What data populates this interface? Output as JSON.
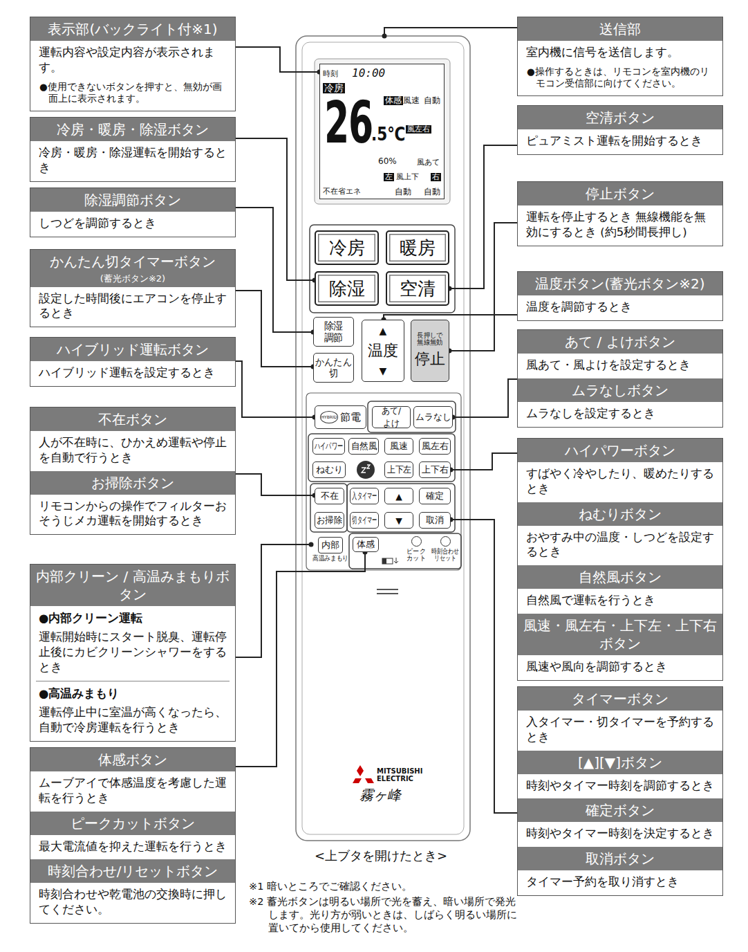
{
  "diagram": {
    "caption": "<上ブタを開けたとき>",
    "nodes": [
      {
        "text": [
          "表示部(バックライト付※1)",
          "運転内容や設定内容が表示されます。",
          "●使用できないボタンを押すと、無効が画面上に表示されます。"
        ]
      },
      {
        "text": [
          "冷房・暖房・除湿ボタン",
          "冷房・暖房・除湿運転を開始するとき"
        ]
      },
      {
        "text": [
          "除湿調節ボタン",
          "しつどを調節するとき"
        ]
      },
      {
        "text": [
          "かんたん切タイマーボタン",
          "(蓄光ボタン※2)",
          "設定した時間後にエアコンを停止するとき"
        ]
      },
      {
        "text": [
          "ハイブリッド運転ボタン",
          "ハイブリッド運転を設定するとき"
        ]
      },
      {
        "text": [
          "不在ボタン",
          "人が不在時に、ひかえめ運転や停止を自動で行うとき",
          "お掃除ボタン",
          "リモコンからの操作でフィルターおそうじメカ運転を開始するとき"
        ]
      },
      {
        "text": [
          "内部クリーン / 高温みまもりボタン",
          "●内部クリーン運転",
          "運転開始時にスタート脱臭、運転停止後にカビクリーンシャワーをするとき",
          "●高温みまもり",
          "運転停止中に室温が高くなったら、自動で冷房運転を行うとき"
        ]
      },
      {
        "text": [
          "体感ボタン",
          "ムーブアイで体感温度を考慮した運転を行うとき",
          "ピークカットボタン",
          "最大電流値を抑えた運転を行うとき",
          "時刻合わせ/リセットボタン",
          "時刻合わせや乾電池の交換時に押してください。"
        ]
      },
      {
        "text": [
          "送信部",
          "室内機に信号を送信します。",
          "●操作するときは、リモコンを室内機のリモコン受信部に向けてください。"
        ]
      },
      {
        "text": [
          "空清ボタン",
          "ピュアミスト運転を開始するとき"
        ]
      },
      {
        "text": [
          "停止ボタン",
          "運転を停止するとき 無線機能を無効にするとき (約5秒間長押し)"
        ]
      },
      {
        "text": [
          "温度ボタン(蓄光ボタン※2)",
          "温度を調節するとき"
        ]
      },
      {
        "text": [
          "あて / よけボタン",
          "風あて・風よけを設定するとき",
          "ムラなしボタン",
          "ムラなしを設定するとき"
        ]
      },
      {
        "text": [
          "ハイパワーボタン",
          "すばやく冷やしたり、暖めたりするとき",
          "ねむりボタン",
          "おやすみ中の温度・しつどを設定するとき",
          "自然風ボタン",
          "自然風で運転を行うとき",
          "風速・風左右・上下左・上下右ボタン",
          "風速や風向を調節するとき"
        ]
      },
      {
        "text": [
          "タイマーボタン",
          "入タイマー・切タイマーを予約するとき",
          "[▲][▼]ボタン",
          "時刻やタイマー時刻を調節するとき",
          "確定ボタン",
          "時刻やタイマー時刻を決定するとき",
          "取消ボタン",
          "タイマー予約を取り消すとき"
        ]
      },
      {
        "text": [
          "MITSUBISHI ELECTRIC",
          "霧ヶ峰"
        ]
      },
      {
        "text": [
          "時刻",
          "10:00",
          "冷房",
          "体感",
          "風速",
          "自動",
          "26",
          ".5℃",
          "風左右",
          "60%",
          "風あて",
          "左",
          "風上下",
          "右",
          "不在省エネ",
          "自動",
          "自動"
        ],
        "in": 15
      },
      {
        "text": [
          "冷房"
        ],
        "in": 15
      },
      {
        "text": [
          "暖房"
        ],
        "in": 15
      },
      {
        "text": [
          "除湿"
        ],
        "in": 15
      },
      {
        "text": [
          "空清"
        ],
        "in": 15
      },
      {
        "text": [
          "除湿 調節"
        ],
        "in": 15
      },
      {
        "text": [
          "▲",
          "温度",
          "▼"
        ],
        "in": 15
      },
      {
        "text": [
          "長押しで 無線無効",
          "停止"
        ],
        "in": 15
      },
      {
        "text": [
          "かんたん 切"
        ],
        "in": 15
      },
      {
        "text": [
          "HYBRID",
          "節電"
        ],
        "in": 15
      },
      {
        "text": [
          "あて/よけ"
        ],
        "in": 15
      },
      {
        "text": [
          "ムラなし"
        ],
        "in": 15
      },
      {
        "text": [
          "ハイパワー"
        ],
        "in": 15
      },
      {
        "text": [
          "自然風"
        ],
        "in": 15
      },
      {
        "text": [
          "風速"
        ],
        "in": 15
      },
      {
        "text": [
          "風左右"
        ],
        "in": 15
      },
      {
        "text": [
          "ねむり"
        ],
        "in": 15
      },
      {
        "text": [
          "上下左"
        ],
        "in": 15
      },
      {
        "text": [
          "上下右"
        ],
        "in": 15
      },
      {
        "text": [
          "不在"
        ],
        "in": 15
      },
      {
        "text": [
          "お掃除"
        ],
        "in": 15
      },
      {
        "text": [
          "入タイマー"
        ],
        "in": 15
      },
      {
        "text": [
          "▲"
        ],
        "in": 15
      },
      {
        "text": [
          "確定"
        ],
        "in": 15
      },
      {
        "text": [
          "切タイマー"
        ],
        "in": 15
      },
      {
        "text": [
          "▼"
        ],
        "in": 15
      },
      {
        "text": [
          "取消"
        ],
        "in": 15
      },
      {
        "text": [
          "内部",
          "高温みまもり"
        ],
        "in": 15
      },
      {
        "text": [
          "体感"
        ],
        "in": 15
      },
      {
        "text": [
          "ピーク カット"
        ],
        "in": 15
      },
      {
        "text": [
          "時刻合わせ リセット"
        ],
        "in": 15
      }
    ],
    "edges": [
      {
        "from": 0,
        "to": 16,
        "arrow": "none"
      },
      {
        "from": 1,
        "to": 19,
        "arrow": "none"
      },
      {
        "from": 2,
        "to": 21,
        "arrow": "none"
      },
      {
        "from": 3,
        "to": 24,
        "arrow": "none"
      },
      {
        "from": 4,
        "to": 25,
        "arrow": "none"
      },
      {
        "from": 5,
        "to": 35,
        "arrow": "none"
      },
      {
        "from": 6,
        "to": 43,
        "arrow": "none"
      },
      {
        "from": 7,
        "to": 44,
        "arrow": "none"
      },
      {
        "from": 8,
        "to": 15,
        "arrow": "none"
      },
      {
        "from": 9,
        "to": 20,
        "arrow": "none"
      },
      {
        "from": 10,
        "to": 23,
        "arrow": "none"
      },
      {
        "from": 11,
        "to": 22,
        "arrow": "none"
      },
      {
        "from": 12,
        "to": 27,
        "arrow": "none"
      },
      {
        "from": 13,
        "to": 34,
        "arrow": "none"
      },
      {
        "from": 14,
        "to": 42,
        "arrow": "none"
      }
    ],
    "labels": [
      "※1 暗いところでご確認ください。",
      "※2 蓄光ボタンは明るい場所で光を蓄え、暗い場所で発光します。光り方が弱いときは、しばらく明るい場所に置いてから使用してください。"
    ]
  }
}
